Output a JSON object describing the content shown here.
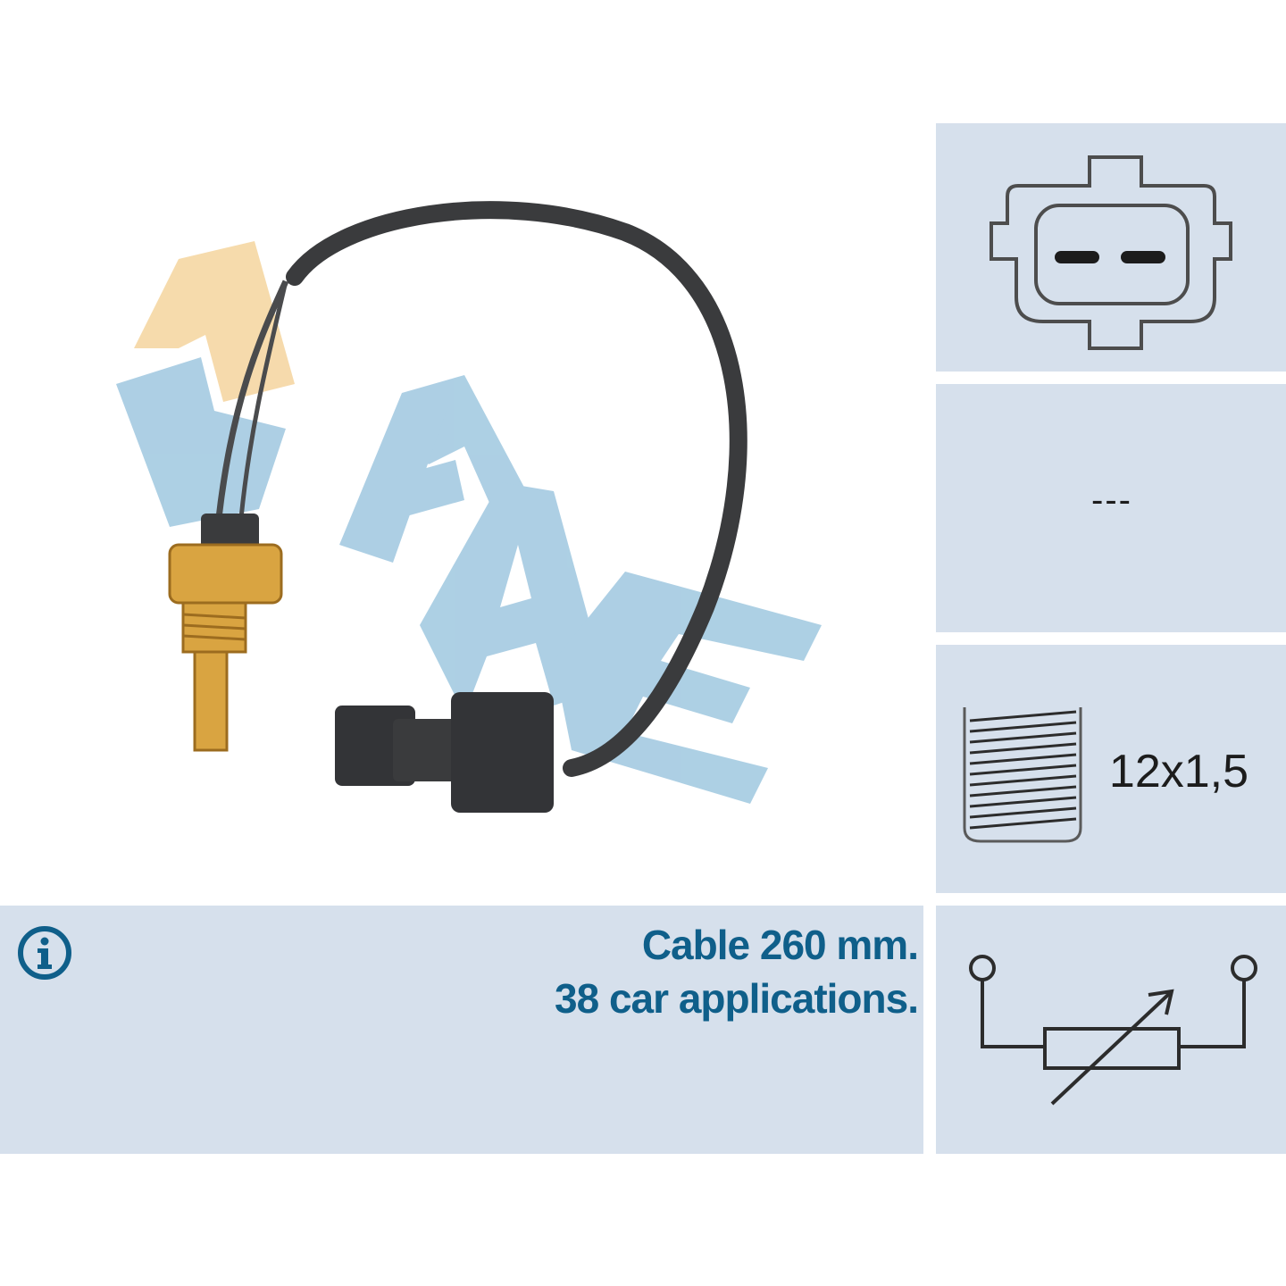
{
  "info": {
    "line1": "Cable 260 mm.",
    "line2": "38 car applications."
  },
  "specs": {
    "connector_icon": "two-pin-connector-icon",
    "dash_value": "---",
    "thread_value": "12x1,5",
    "symbol_icon": "variable-resistor-icon"
  },
  "colors": {
    "panel": "#d6e0ec",
    "info_text": "#0f5f8a",
    "logo_blue": "#a9cde3",
    "logo_orange": "#f6d9a8",
    "brass": "#d9a441",
    "cable": "#3a3b3d"
  }
}
